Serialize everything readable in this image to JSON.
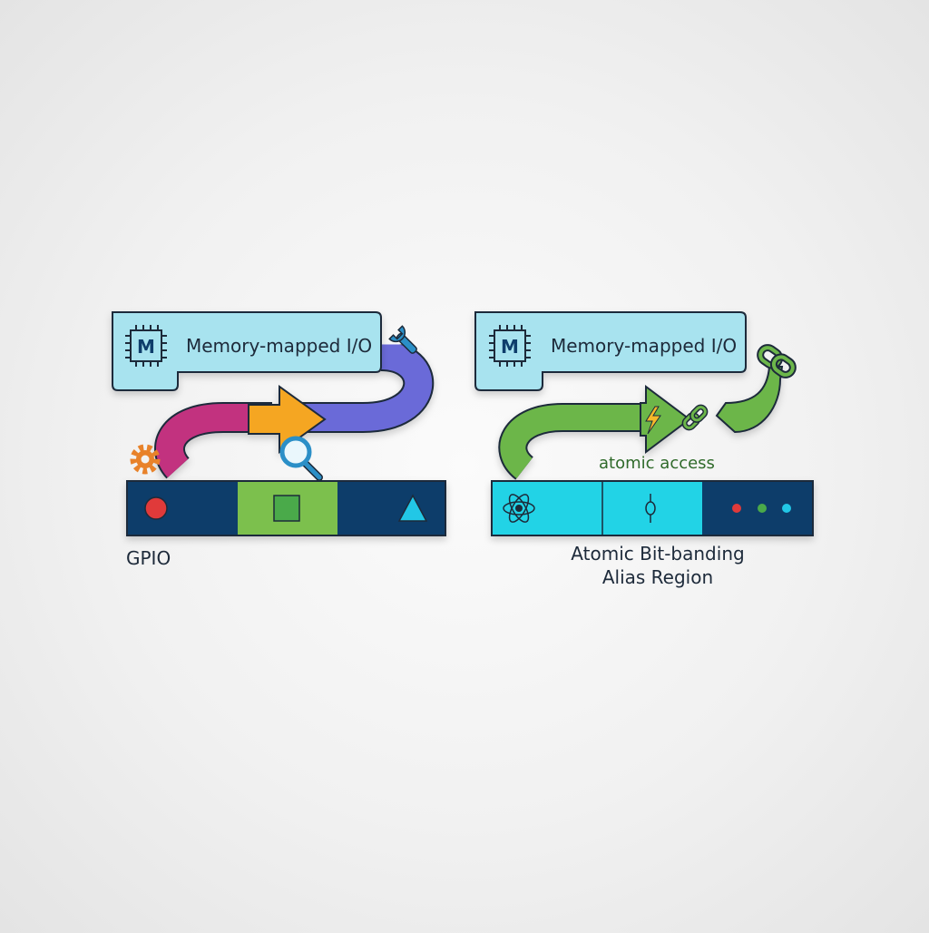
{
  "colors": {
    "background": "#f1f1f1",
    "header_fill": "#a8e3ef",
    "navy": "#0e3d6b",
    "green": "#7cc04e",
    "cyan": "#22d3e6",
    "magenta": "#c2337f",
    "purple": "#6b6ad8",
    "orange": "#f5a623",
    "arrow_green": "#6cb64a",
    "red": "#e03a3a"
  },
  "left_panel": {
    "header": {
      "chip_letter": "M",
      "title": "Memory-mapped I/O"
    },
    "icons": [
      "gear-icon",
      "magnifier-icon",
      "wrench-icon"
    ],
    "register_cells": [
      {
        "fill": "#0e3d6b",
        "icon": "circle-icon"
      },
      {
        "fill": "#7cc04e",
        "icon": "square-icon"
      },
      {
        "fill": "#0e3d6b",
        "icon": "triangle-icon"
      }
    ],
    "caption": "GPIO"
  },
  "right_panel": {
    "header": {
      "chip_letter": "M",
      "title": "Memory-mapped I/O"
    },
    "icons": [
      "bolt-icon",
      "chain-link-icon",
      "chain-link-icon"
    ],
    "arrow_label": "atomic access",
    "register_cells": [
      {
        "fill": "#22d3e6",
        "icon": "atom-icon"
      },
      {
        "fill": "#22d3e6",
        "icon": "bit-toggle-icon"
      },
      {
        "fill": "#0e3d6b",
        "icon": "dots-icon"
      }
    ],
    "caption_line1": "Atomic Bit-banding",
    "caption_line2": "Alias Region"
  }
}
